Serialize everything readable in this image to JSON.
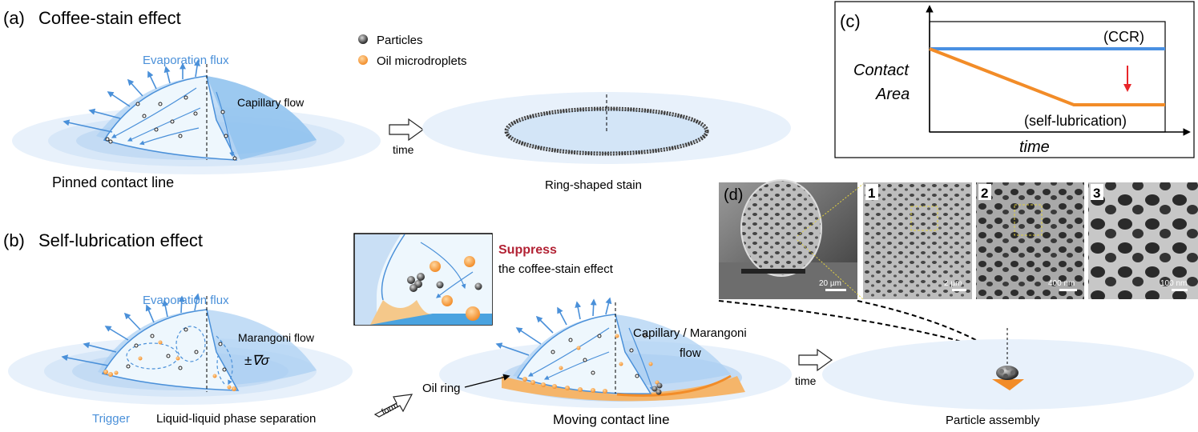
{
  "panel_a": {
    "label": "(a)",
    "title": "Coffee-stain effect",
    "evaporation_flux": "Evaporation flux",
    "capillary_flow": "Capillary flow",
    "pinned_contact_line": "Pinned contact line",
    "time": "time",
    "ring_stain": "Ring-shaped stain"
  },
  "legend": {
    "particles": "Particles",
    "oil_microdroplets": "Oil microdroplets"
  },
  "panel_b": {
    "label": "(b)",
    "title": "Self-lubrication effect",
    "evaporation_flux": "Evaporation flux",
    "marangoni_flow": "Marangoni flow",
    "grad_sigma": "±∇σ",
    "trigger": "Trigger",
    "llps": "Liquid-liquid phase separation",
    "form": "form",
    "inset_suppress": "Suppress",
    "inset_rest": "the coffee-stain effect",
    "oil_ring": "Oil ring",
    "capillary_marangoni_1": "Capillary / Marangoni",
    "capillary_marangoni_2": "flow",
    "moving_contact_line": "Moving contact line",
    "time": "time",
    "particle_assembly": "Particle assembly"
  },
  "panel_c": {
    "label": "(c)",
    "ylabel_1": "Contact",
    "ylabel_2": "Area",
    "xlabel": "time",
    "ccr": "(CCR)",
    "self_lubrication": "(self-lubrication)"
  },
  "panel_d": {
    "label": "(d)",
    "images": [
      {
        "id": "",
        "scale": "20 µm"
      },
      {
        "id": "1",
        "scale": "2 µm"
      },
      {
        "id": "2",
        "scale": "400 nm"
      },
      {
        "id": "3",
        "scale": "100 nm"
      }
    ]
  },
  "colors": {
    "blue_text": "#4a90d9",
    "accent_red": "#b22234",
    "orange": "#f28c28",
    "ccr_line": "#4a90e2",
    "arrow_red": "#e8262a"
  }
}
